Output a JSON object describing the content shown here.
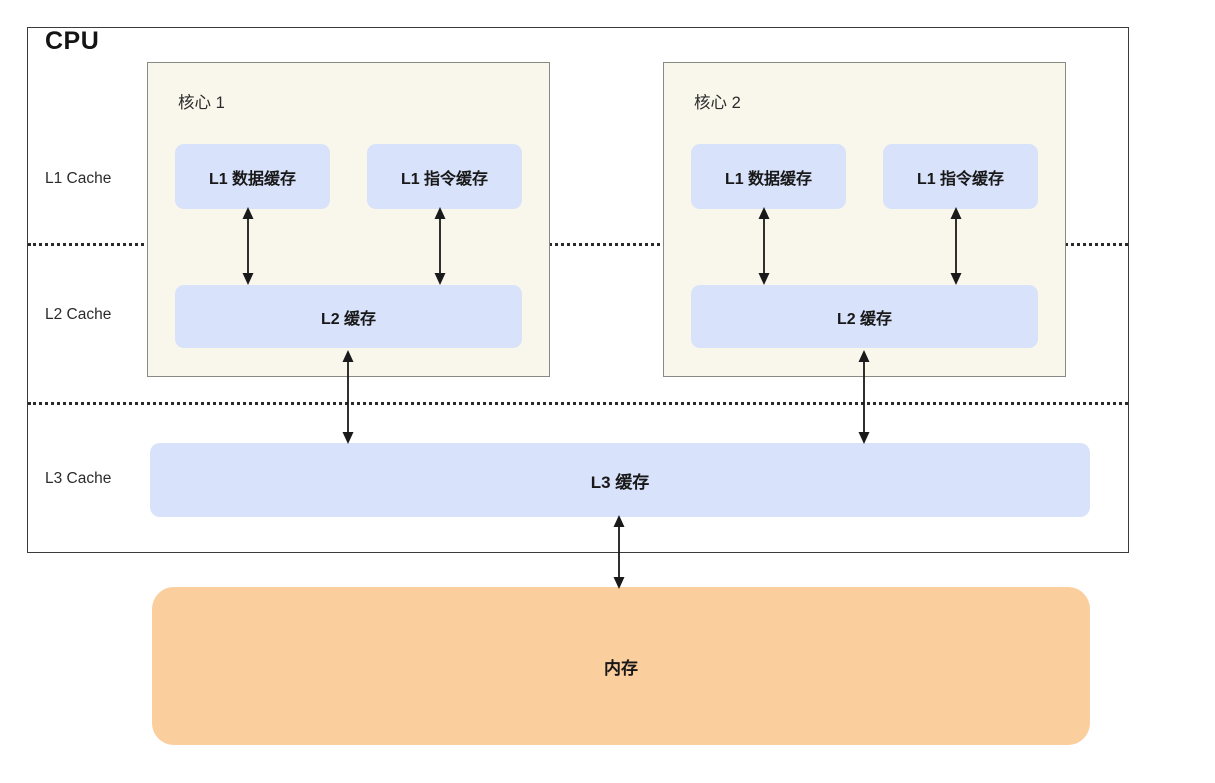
{
  "diagram": {
    "title": "CPU",
    "level_labels": {
      "l1": "L1 Cache",
      "l2": "L2 Cache",
      "l3": "L3 Cache"
    },
    "cores": [
      {
        "title": "核心 1",
        "l1_data": "L1 数据缓存",
        "l1_instruction": "L1 指令缓存",
        "l2": "L2 缓存"
      },
      {
        "title": "核心 2",
        "l1_data": "L1 数据缓存",
        "l1_instruction": "L1 指令缓存",
        "l2": "L2 缓存"
      }
    ],
    "l3_cache": "L3 缓存",
    "memory": "内存",
    "colors": {
      "cache_block": "#D8E2FA",
      "core_background": "#F9F7EC",
      "memory_background": "#FBCE9D",
      "cpu_border": "#3b3b3b",
      "core_border": "#8a8a85",
      "divider": "#2a2a2a",
      "arrow": "#1a1a1a",
      "text": "#181818"
    }
  }
}
